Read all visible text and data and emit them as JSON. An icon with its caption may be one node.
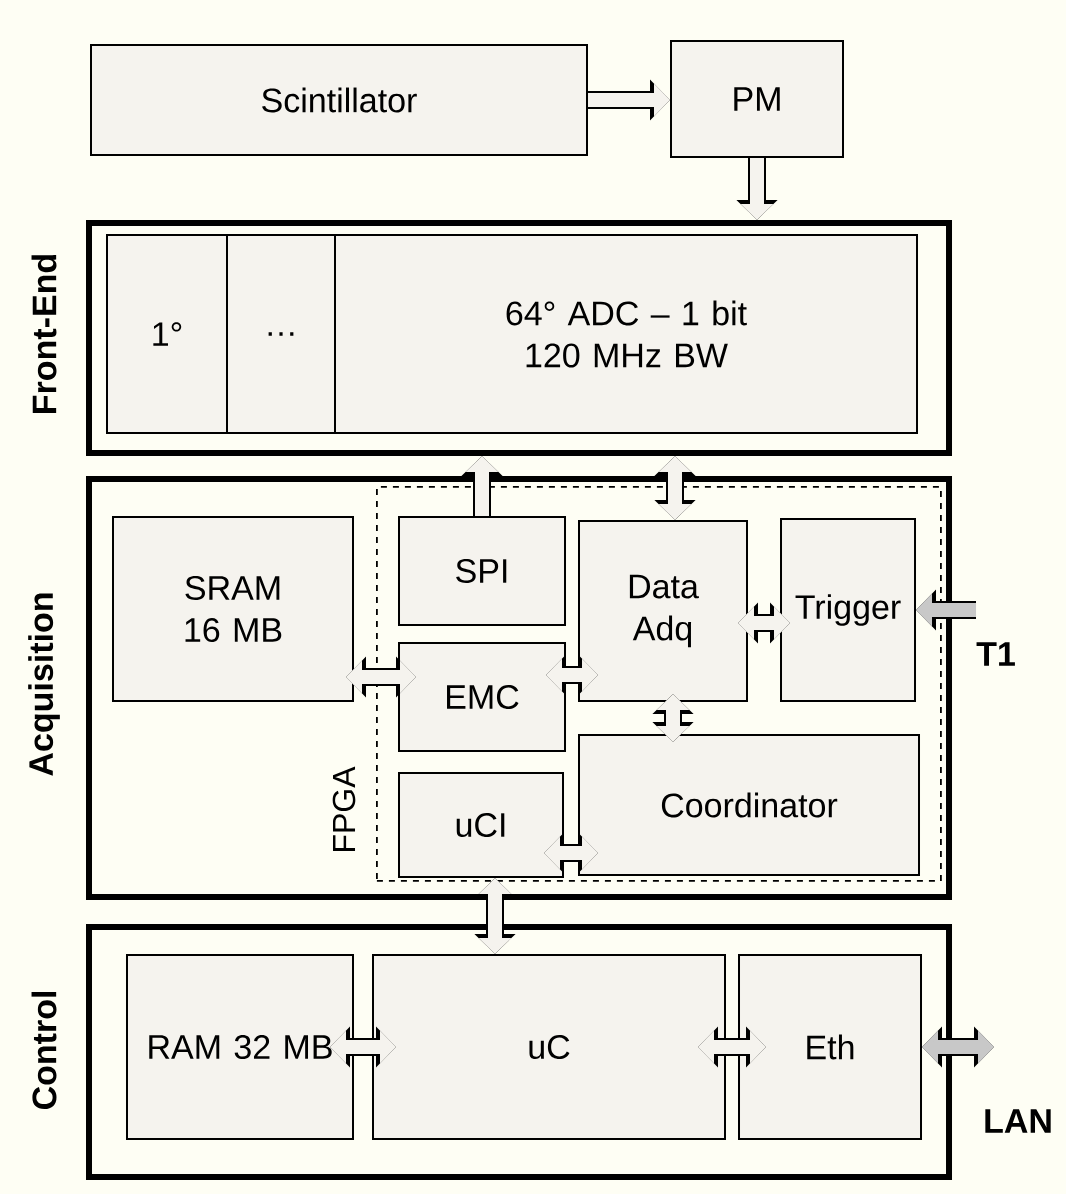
{
  "diagram": {
    "nodes": [
      {
        "text": [
          "Scintillator"
        ]
      },
      {
        "text": [
          "PM"
        ]
      },
      {
        "text": [
          "Front-End"
        ]
      },
      {
        "text": [
          "1°"
        ],
        "in": 2
      },
      {
        "text": [
          "…"
        ],
        "in": 2
      },
      {
        "text": [
          "64° ADC – 1 bit 120 MHz BW"
        ],
        "in": 2
      },
      {
        "text": [
          "Acquisition"
        ]
      },
      {
        "text": [
          "SRAM 16 MB"
        ],
        "in": 6
      },
      {
        "text": [
          "FPGA"
        ],
        "in": 6
      },
      {
        "text": [
          "SPI"
        ],
        "in": 8
      },
      {
        "text": [
          "EMC"
        ],
        "in": 8
      },
      {
        "text": [
          "Data Adq"
        ],
        "in": 8
      },
      {
        "text": [
          "Trigger"
        ],
        "in": 8
      },
      {
        "text": [
          "uCI"
        ],
        "in": 8
      },
      {
        "text": [
          "Coordinator"
        ],
        "in": 8
      },
      {
        "text": [
          "Control"
        ]
      },
      {
        "text": [
          "RAM 32 MB"
        ],
        "in": 15
      },
      {
        "text": [
          "uC"
        ],
        "in": 15
      },
      {
        "text": [
          "Eth"
        ],
        "in": 15
      }
    ],
    "edges": [
      {
        "from": 0,
        "to": 1,
        "arrow": "to"
      },
      {
        "from": 1,
        "to": 2,
        "arrow": "to"
      },
      {
        "from": 9,
        "to": 2,
        "arrow": "to"
      },
      {
        "from": 11,
        "to": 2,
        "arrow": "both"
      },
      {
        "from": 7,
        "to": 10,
        "arrow": "both"
      },
      {
        "from": 10,
        "to": 11,
        "arrow": "both"
      },
      {
        "from": 11,
        "to": 12,
        "arrow": "both"
      },
      {
        "from": null,
        "to": 12,
        "arrow": "to",
        "label": "T1",
        "color": "#c8c8c8"
      },
      {
        "from": 11,
        "to": 14,
        "arrow": "both"
      },
      {
        "from": 13,
        "to": 14,
        "arrow": "both"
      },
      {
        "from": 13,
        "to": 17,
        "arrow": "both"
      },
      {
        "from": 16,
        "to": 17,
        "arrow": "both"
      },
      {
        "from": 17,
        "to": 18,
        "arrow": "both"
      },
      {
        "from": 18,
        "to": null,
        "arrow": "both",
        "label": "LAN",
        "color": "#c8c8c8"
      }
    ]
  }
}
